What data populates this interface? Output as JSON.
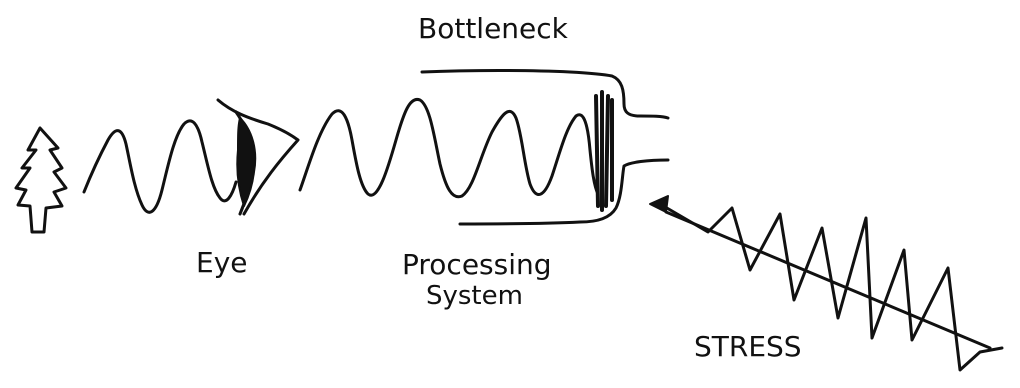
{
  "labels": {
    "bottleneck": "Bottleneck",
    "eye": "Eye",
    "processing_line1": "Processing",
    "processing_line2": "System",
    "stress": "STRESS"
  },
  "icons": {
    "tree": "tree-icon",
    "eye": "eye-icon",
    "arrow": "arrow-head-icon"
  },
  "colors": {
    "ink": "#111111",
    "paper": "#ffffff"
  }
}
